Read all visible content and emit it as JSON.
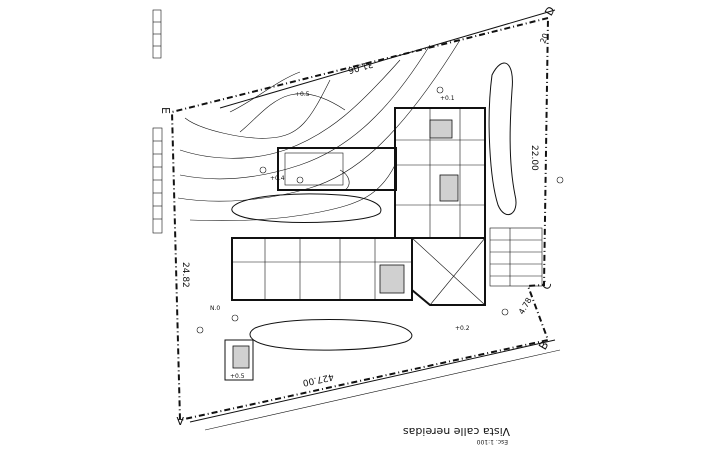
{
  "drawing": {
    "title": "Vista calle nereidas",
    "scale": "Esc. 1:100"
  },
  "vertices": {
    "a": "A",
    "b": "B",
    "c": "C",
    "d": "D",
    "e": "E"
  },
  "dimensions": {
    "north_edge": "31.06",
    "east_edge": "22.00",
    "west_edge": "24.82",
    "south_edge": "427.00",
    "se_edge": "4.78",
    "corner_ne": "20"
  },
  "levels": {
    "l1": "+0.5",
    "l2": "+0.1",
    "l3": "+0.4",
    "l4": "N.0",
    "l5": "+0.5",
    "l6": "+0.2"
  }
}
